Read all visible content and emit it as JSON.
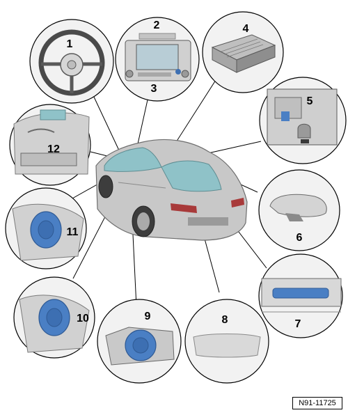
{
  "figure": {
    "reference": "N91-11725",
    "callouts": [
      {
        "id": "1",
        "label": "1",
        "icon": "steering-wheel-icon"
      },
      {
        "id": "2",
        "label": "2",
        "icon": "radio-unit-icon"
      },
      {
        "id": "3",
        "label": "3",
        "icon": "radio-button-icon"
      },
      {
        "id": "4",
        "label": "4",
        "icon": "amplifier-module-icon"
      },
      {
        "id": "5",
        "label": "5",
        "icon": "roof-module-icon"
      },
      {
        "id": "6",
        "label": "6",
        "icon": "roof-antenna-icon"
      },
      {
        "id": "7",
        "label": "7",
        "icon": "rear-window-antenna-module-icon"
      },
      {
        "id": "8",
        "label": "8",
        "icon": "rear-window-icon"
      },
      {
        "id": "9",
        "label": "9",
        "icon": "door-speaker-icon"
      },
      {
        "id": "10",
        "label": "10",
        "icon": "rear-door-speaker-icon"
      },
      {
        "id": "11",
        "label": "11",
        "icon": "front-door-speaker-icon"
      },
      {
        "id": "12",
        "label": "12",
        "icon": "windshield-sensor-icon"
      }
    ],
    "colors": {
      "highlight": "#6f9fcf",
      "glass": "#8fc2c8",
      "car_body": "#c8c8c8",
      "line": "#000000"
    }
  }
}
